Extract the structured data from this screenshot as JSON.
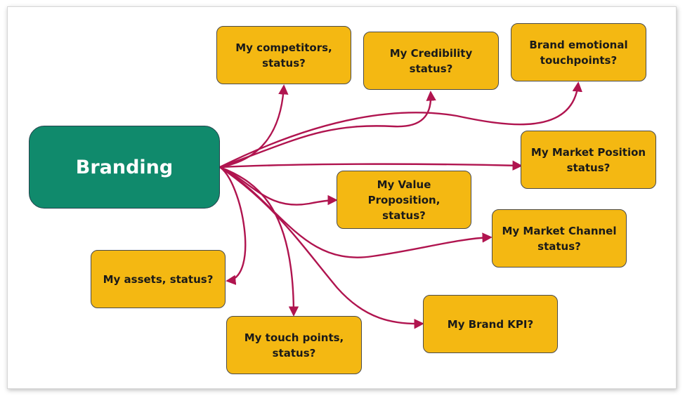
{
  "colors": {
    "central_fill": "#108a6c",
    "node_fill": "#f4b812",
    "connector": "#b0144f"
  },
  "central": {
    "label": "Branding"
  },
  "nodes": [
    {
      "id": "competitors",
      "label": "My competitors,\nstatus?"
    },
    {
      "id": "credibility",
      "label": "My Credibility status?"
    },
    {
      "id": "emotional",
      "label": "Brand emotional\ntouchpoints?"
    },
    {
      "id": "market-position",
      "label": "My Market Position\nstatus?"
    },
    {
      "id": "value-proposition",
      "label": "My Value Proposition,\nstatus?"
    },
    {
      "id": "market-channel",
      "label": "My Market Channel\nstatus?"
    },
    {
      "id": "assets",
      "label": "My assets, status?"
    },
    {
      "id": "touch-points",
      "label": "My touch points,\nstatus?"
    },
    {
      "id": "brand-kpi",
      "label": "My Brand KPI?"
    }
  ]
}
